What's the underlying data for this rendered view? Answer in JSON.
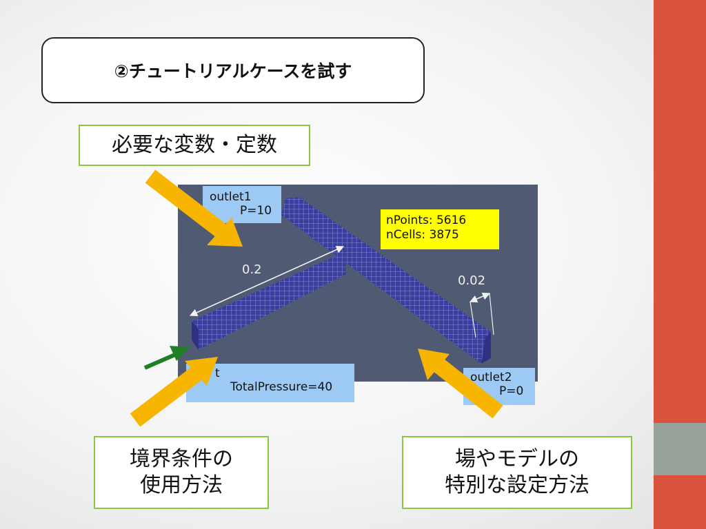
{
  "title": "②チュートリアルケースを試す",
  "labels": {
    "variables": "必要な変数・定数",
    "boundary_line1": "境界条件の",
    "boundary_line2": "使用方法",
    "fields_line1": "場やモデルの",
    "fields_line2": "特別な設定方法"
  },
  "viz": {
    "outlet1_name": "outlet1",
    "outlet1_value": "P=10",
    "inlet_name": "t",
    "inlet_value": "TotalPressure=40",
    "outlet2_name": "outlet2",
    "outlet2_value": "P=0",
    "n_points": "nPoints: 5616",
    "n_cells": "nCells: 3875",
    "dim_length": "0.2",
    "dim_width": "0.02"
  },
  "colors": {
    "accent_bar": "#d9533c",
    "accent_band": "#97a29b",
    "label_border": "#8cc63f",
    "arrow": "#f7b500",
    "inlet_arrow": "#1e7f24",
    "viz_background": "#505a73",
    "mesh": "#3c3ca0",
    "tag": "#9ccaf5",
    "stats": "#ffff00"
  }
}
